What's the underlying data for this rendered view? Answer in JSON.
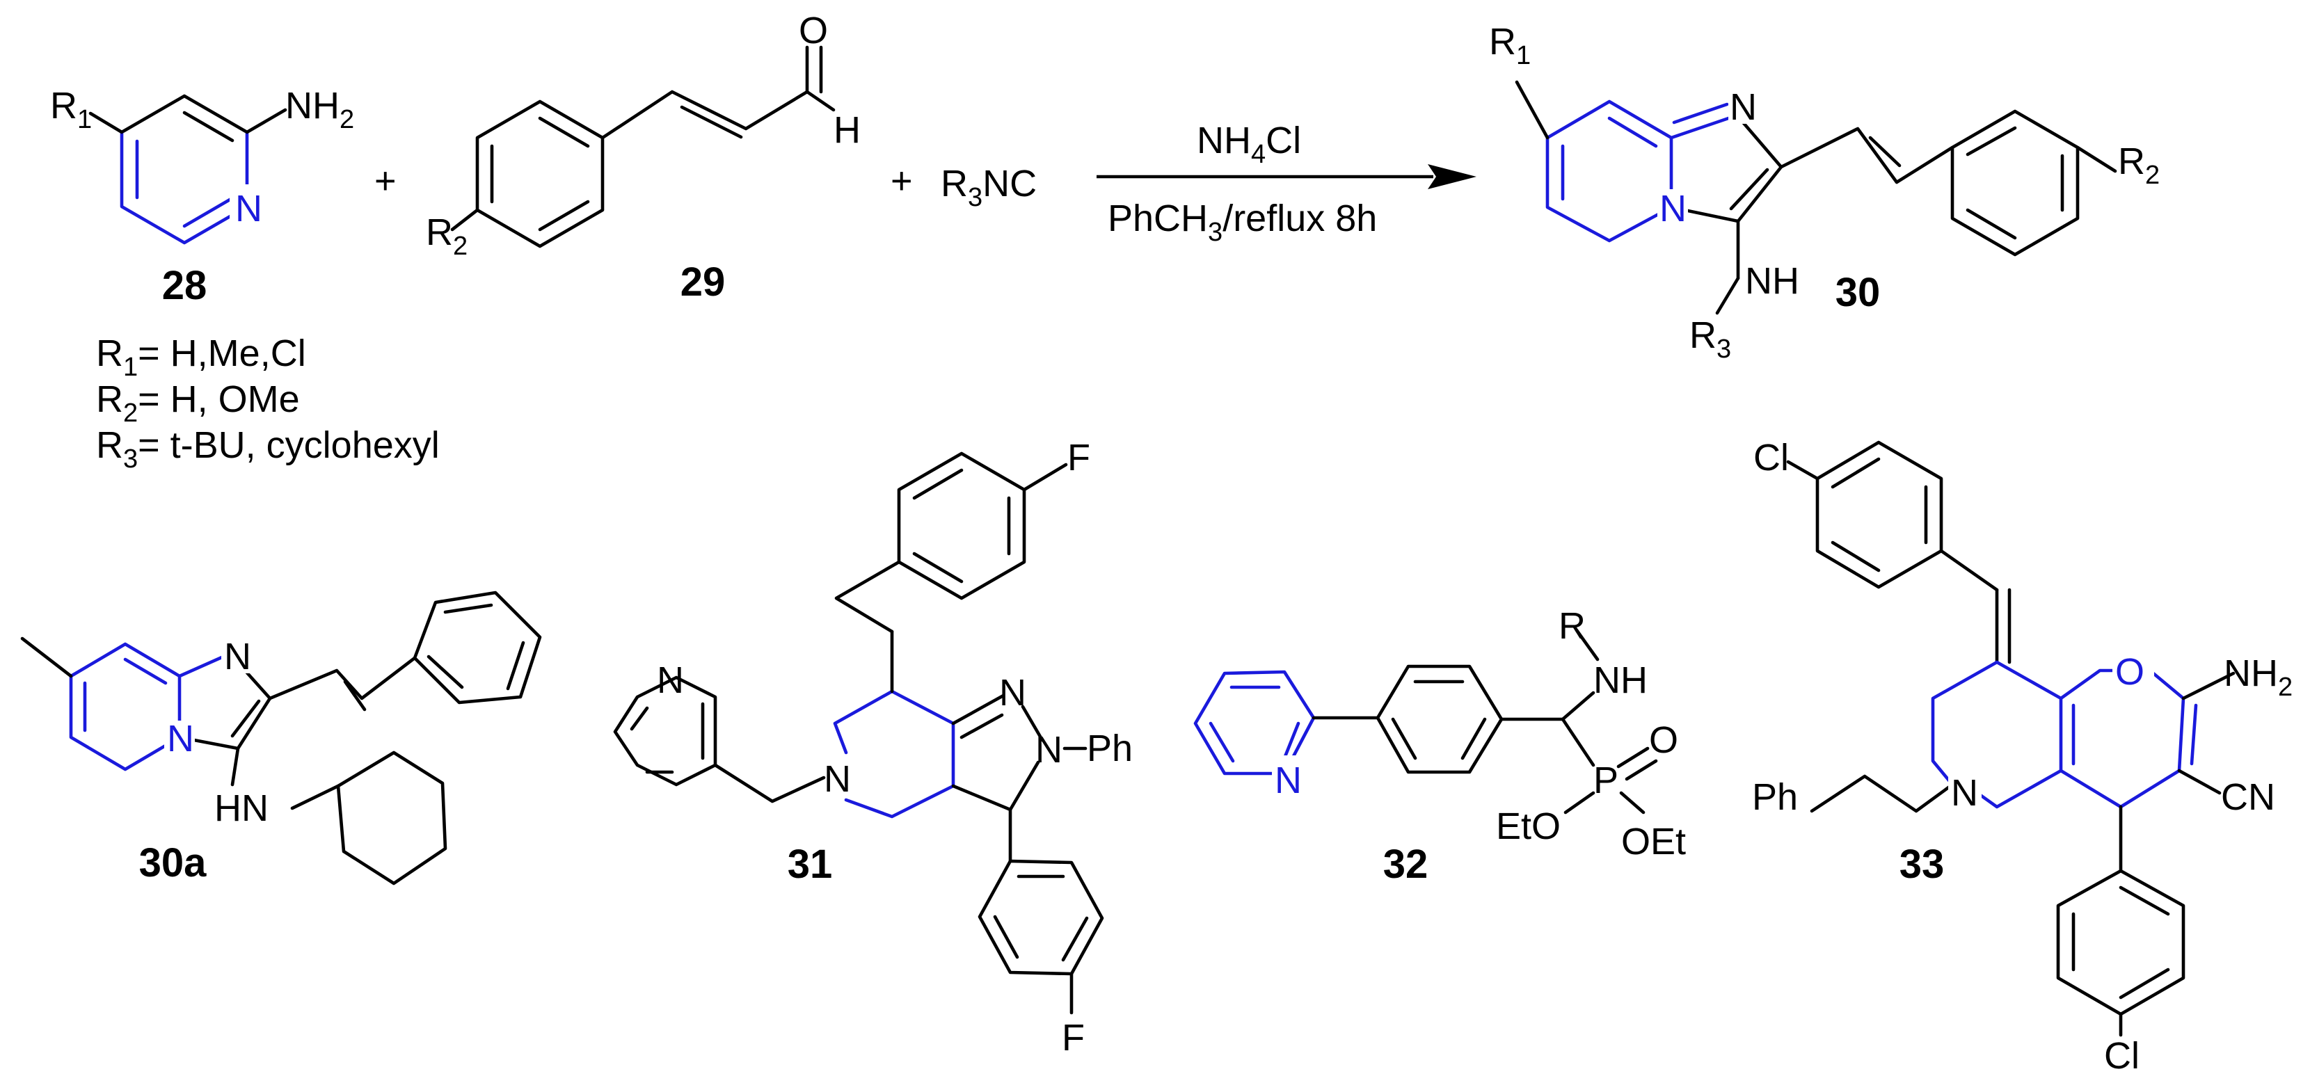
{
  "colors": {
    "bond": "#000000",
    "highlight": "#1a1adc",
    "background": "#ffffff"
  },
  "reaction": {
    "plus": "+",
    "reagent_main": "NH",
    "reagent_sub": "4",
    "reagent_tail": "Cl",
    "conditions_a": "PhCH",
    "conditions_sub": "3",
    "conditions_b": "/reflux 8h",
    "isonitrile_a": "R",
    "isonitrile_sub": "3",
    "isonitrile_b": "NC"
  },
  "compounds": {
    "c28": {
      "label": "28"
    },
    "c29": {
      "label": "29"
    },
    "c30": {
      "label": "30"
    },
    "c30a": {
      "label": "30a"
    },
    "c31": {
      "label": "31"
    },
    "c32": {
      "label": "32"
    },
    "c33": {
      "label": "33"
    }
  },
  "substituents": {
    "r1_line": {
      "a": "R",
      "sub": "1",
      "b": "= H,Me,Cl"
    },
    "r2_line": {
      "a": "R",
      "sub": "2",
      "b": "= H, OMe"
    },
    "r3_line": {
      "a": "R",
      "sub": "3",
      "b": "= t-BU, cyclohexyl"
    }
  },
  "atoms": {
    "R": "R",
    "one": "1",
    "two": "2",
    "three": "3",
    "N": "N",
    "NH": "NH",
    "HN": "HN",
    "NH2_a": "NH",
    "NH2_sub": "2",
    "O": "O",
    "H": "H",
    "F": "F",
    "Cl": "Cl",
    "Ph": "Ph",
    "P": "P",
    "EtO": "EtO",
    "OEt": "OEt",
    "CN": "CN"
  }
}
